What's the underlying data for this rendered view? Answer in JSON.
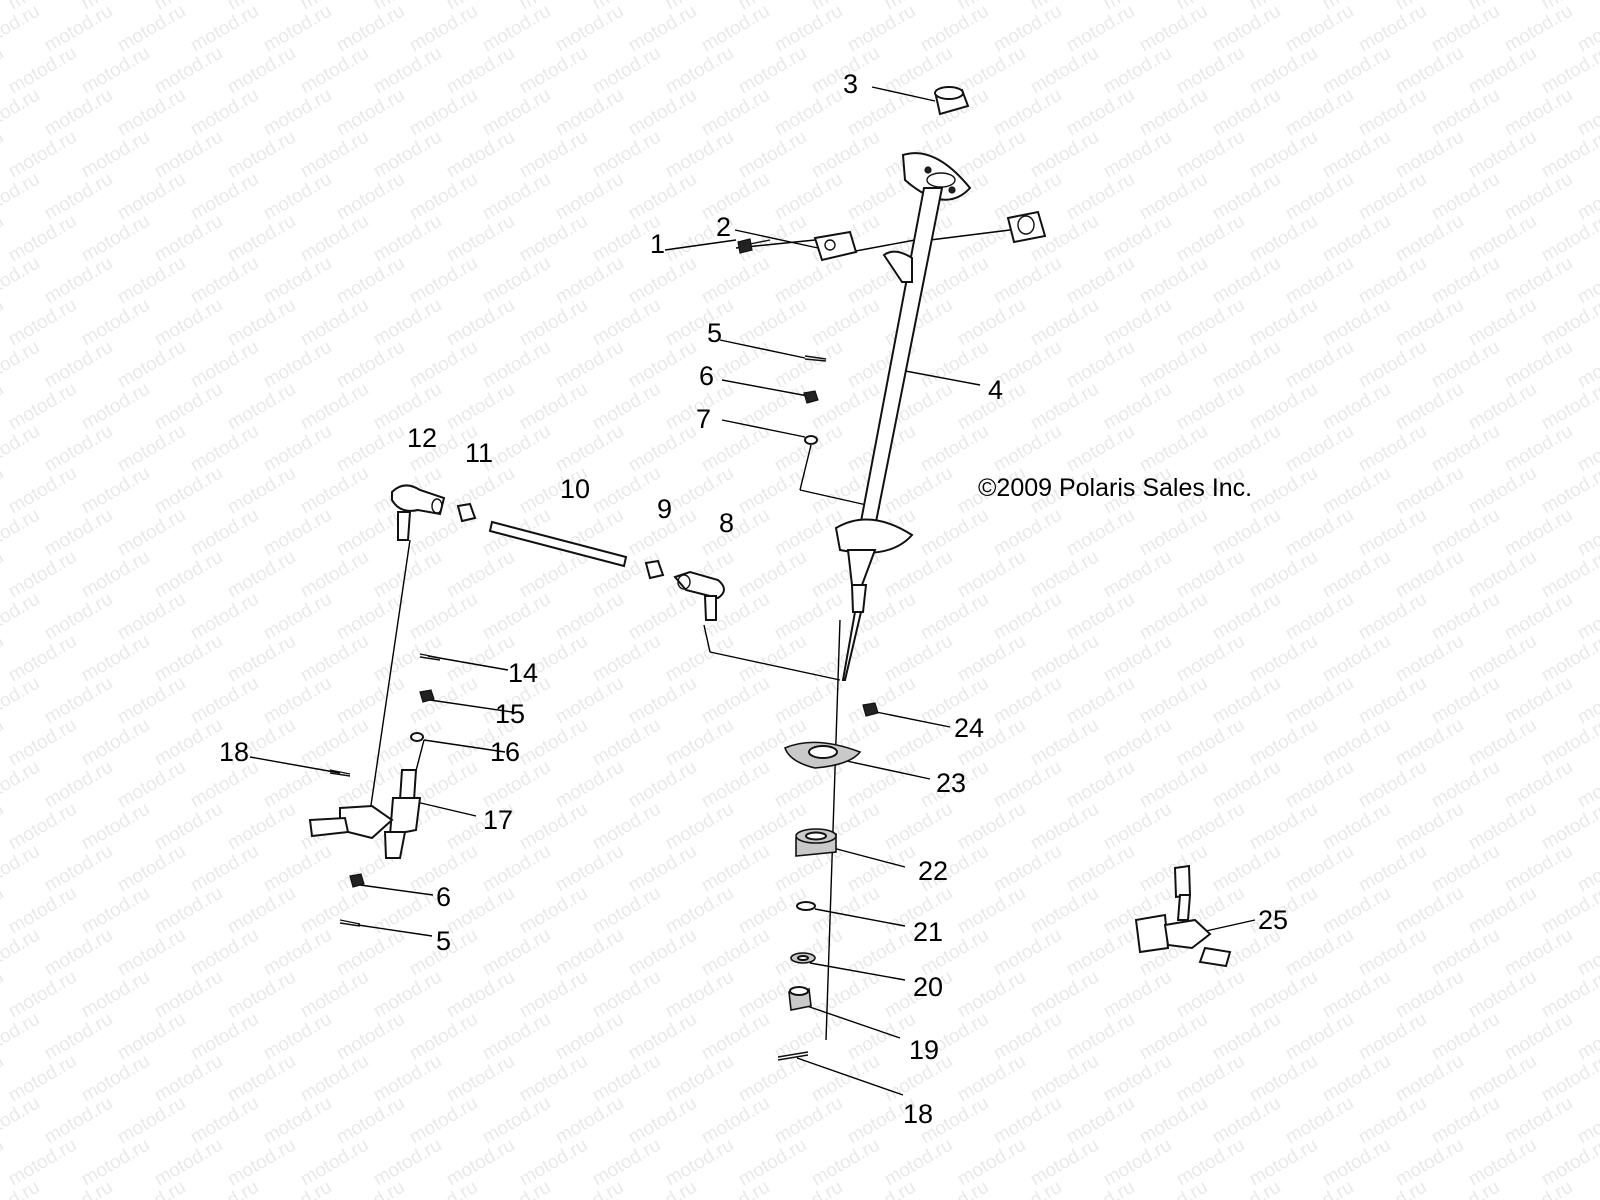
{
  "watermark": {
    "text": "motod.ru"
  },
  "copyright": "©2009 Polaris Sales Inc.",
  "callouts": [
    {
      "id": "c1",
      "label": "1"
    },
    {
      "id": "c2",
      "label": "2"
    },
    {
      "id": "c3",
      "label": "3"
    },
    {
      "id": "c4",
      "label": "4"
    },
    {
      "id": "c5a",
      "label": "5"
    },
    {
      "id": "c6a",
      "label": "6"
    },
    {
      "id": "c7",
      "label": "7"
    },
    {
      "id": "c8",
      "label": "8"
    },
    {
      "id": "c9",
      "label": "9"
    },
    {
      "id": "c10",
      "label": "10"
    },
    {
      "id": "c11",
      "label": "11"
    },
    {
      "id": "c12",
      "label": "12"
    },
    {
      "id": "c14",
      "label": "14"
    },
    {
      "id": "c15",
      "label": "15"
    },
    {
      "id": "c16",
      "label": "16"
    },
    {
      "id": "c18a",
      "label": "18"
    },
    {
      "id": "c17",
      "label": "17"
    },
    {
      "id": "c6b",
      "label": "6"
    },
    {
      "id": "c5b",
      "label": "5"
    },
    {
      "id": "c24",
      "label": "24"
    },
    {
      "id": "c23",
      "label": "23"
    },
    {
      "id": "c22",
      "label": "22"
    },
    {
      "id": "c21",
      "label": "21"
    },
    {
      "id": "c20",
      "label": "20"
    },
    {
      "id": "c19",
      "label": "19"
    },
    {
      "id": "c18b",
      "label": "18"
    },
    {
      "id": "c25",
      "label": "25"
    }
  ]
}
